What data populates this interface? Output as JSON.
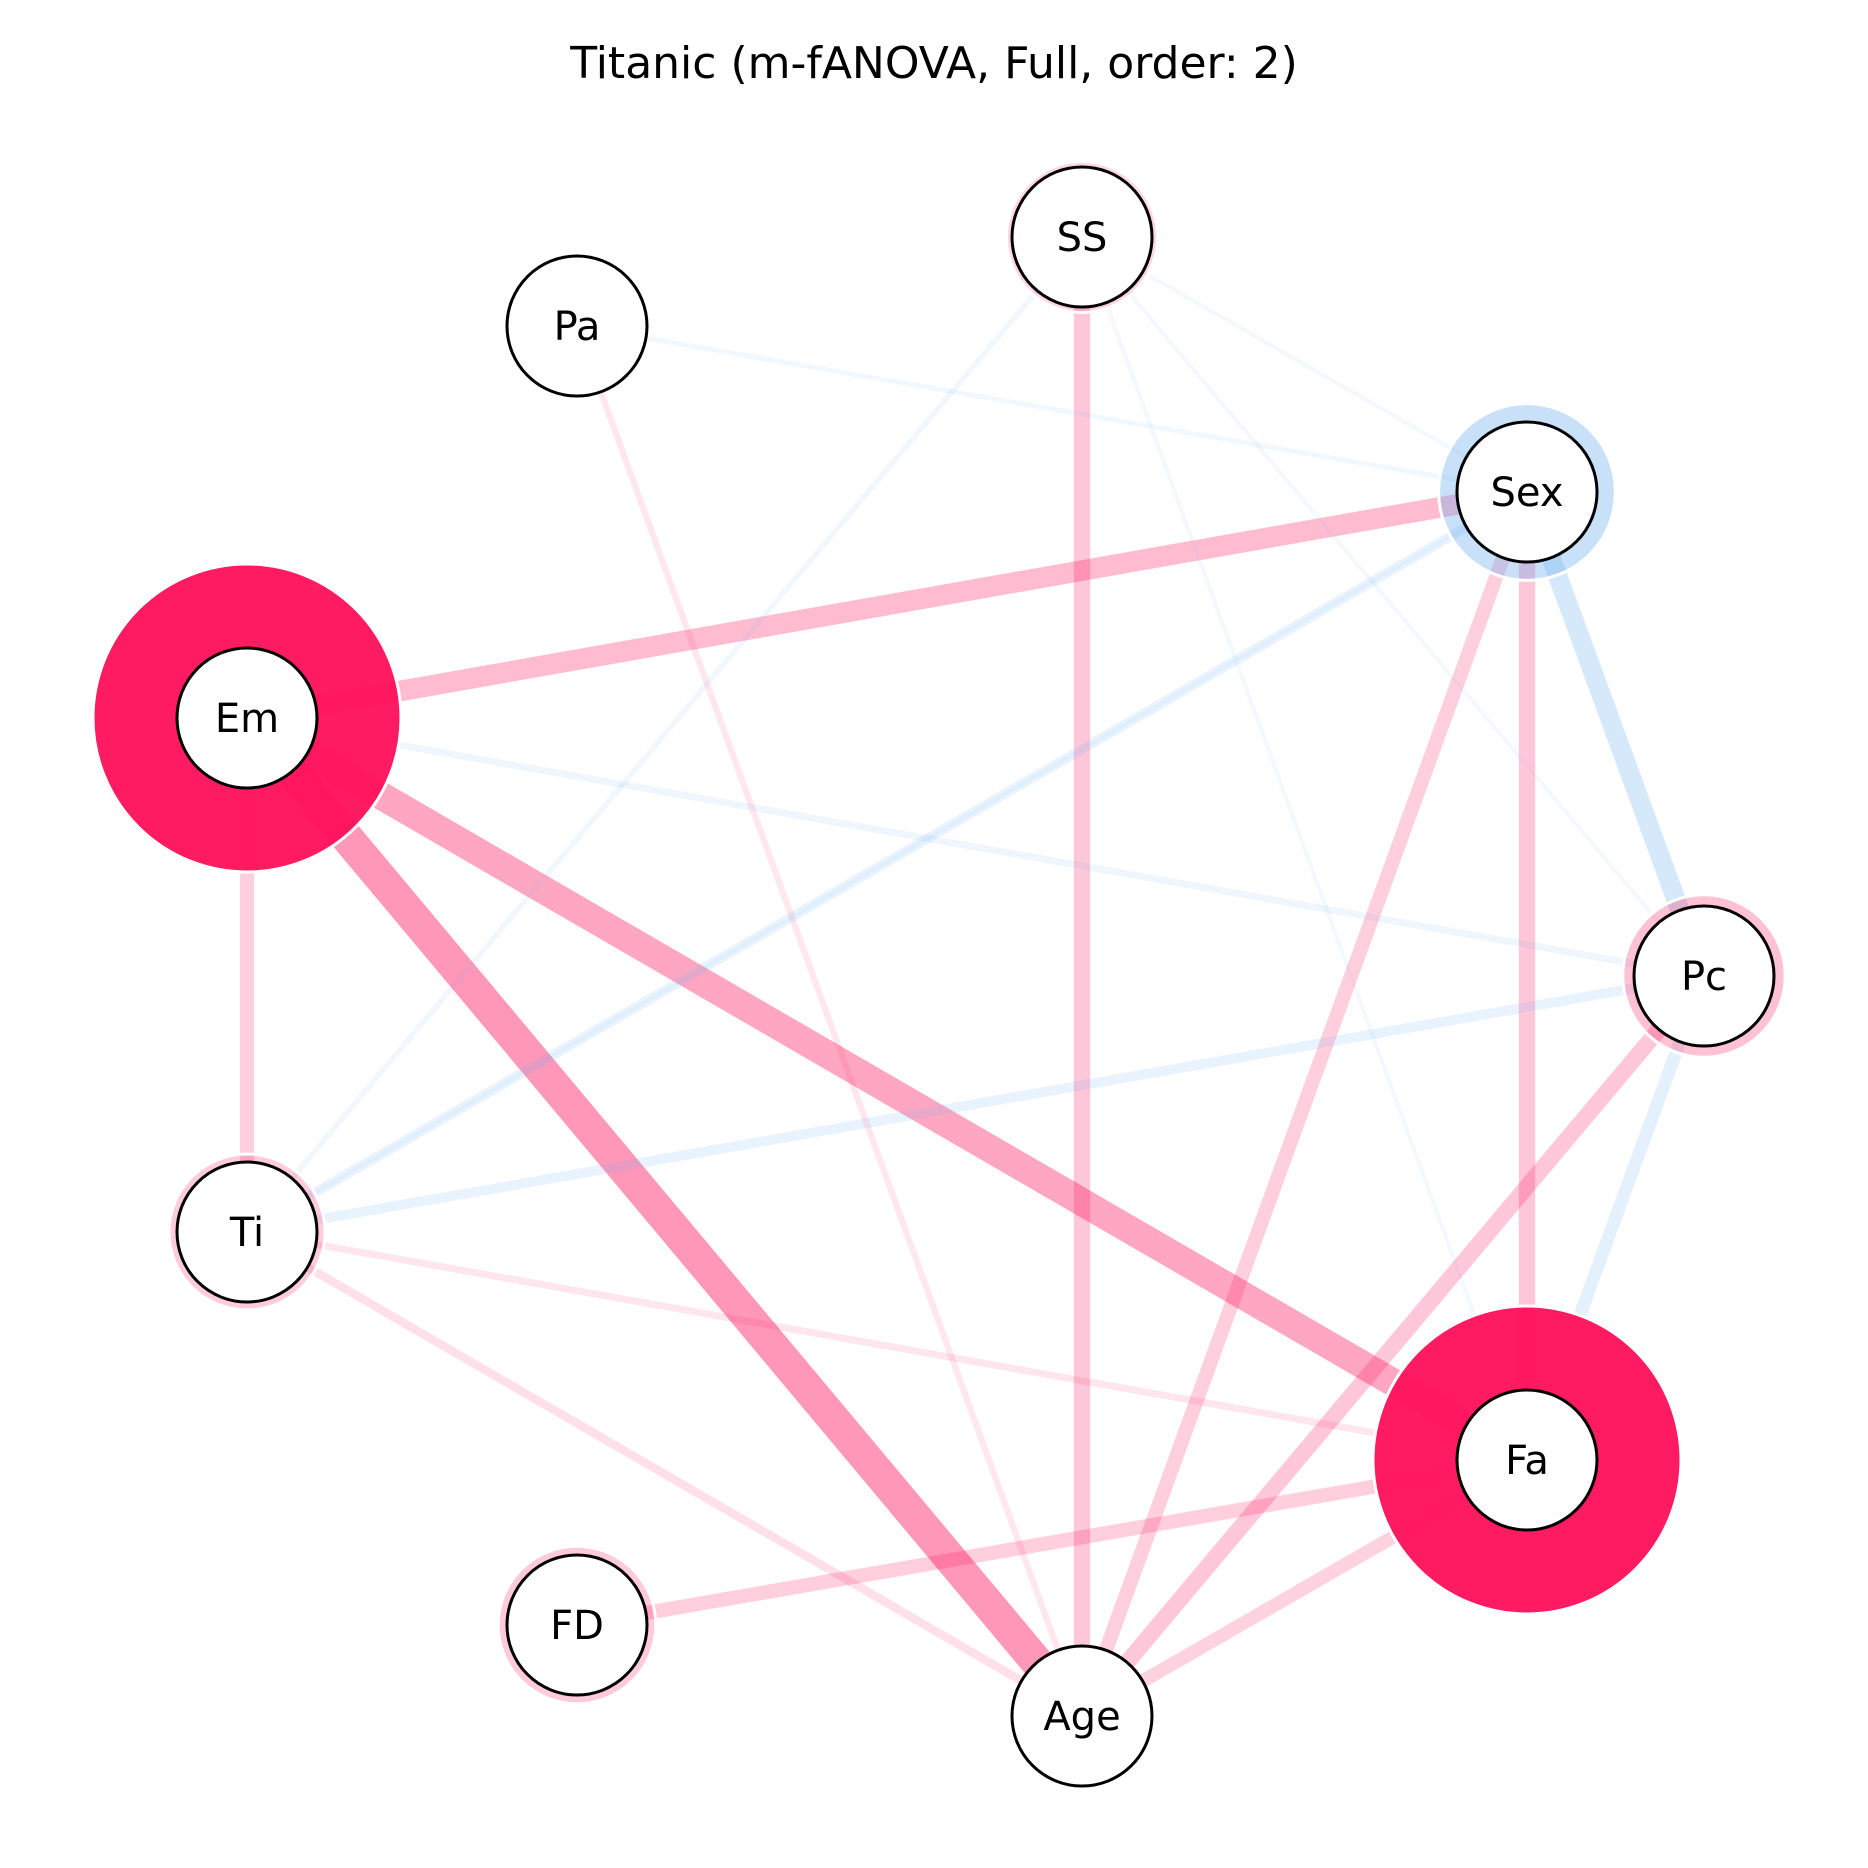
{
  "title": "Titanic (m-fANOVA, Full, order: 2)",
  "colors": {
    "positive": "#ff0f5a",
    "negative": "#69aef0"
  },
  "nodes": [
    {
      "id": "SS",
      "label": "SS",
      "main_strength": 0.02,
      "main_sign": "positive"
    },
    {
      "id": "Pa",
      "label": "Pa",
      "main_strength": 0.0,
      "main_sign": "positive"
    },
    {
      "id": "Sex",
      "label": "Sex",
      "main_strength": 0.18,
      "main_sign": "negative"
    },
    {
      "id": "Em",
      "label": "Em",
      "main_strength": 1.0,
      "main_sign": "positive"
    },
    {
      "id": "Pc",
      "label": "Pc",
      "main_strength": 0.09,
      "main_sign": "positive"
    },
    {
      "id": "Ti",
      "label": "Ti",
      "main_strength": 0.05,
      "main_sign": "positive"
    },
    {
      "id": "Fa",
      "label": "Fa",
      "main_strength": 1.0,
      "main_sign": "positive"
    },
    {
      "id": "FD",
      "label": "FD",
      "main_strength": 0.06,
      "main_sign": "positive"
    },
    {
      "id": "Age",
      "label": "Age",
      "main_strength": 0.0,
      "main_sign": "positive"
    }
  ],
  "edges": [
    {
      "source": "Em",
      "target": "Age",
      "strength": 0.85,
      "sign": "positive"
    },
    {
      "source": "Em",
      "target": "Fa",
      "strength": 0.72,
      "sign": "positive"
    },
    {
      "source": "Em",
      "target": "Sex",
      "strength": 0.52,
      "sign": "positive"
    },
    {
      "source": "Sex",
      "target": "Pc",
      "strength": 0.48,
      "sign": "negative"
    },
    {
      "source": "Sex",
      "target": "Fa",
      "strength": 0.4,
      "sign": "positive"
    },
    {
      "source": "Pc",
      "target": "Age",
      "strength": 0.4,
      "sign": "positive"
    },
    {
      "source": "SS",
      "target": "Age",
      "strength": 0.4,
      "sign": "positive"
    },
    {
      "source": "Sex",
      "target": "Age",
      "strength": 0.34,
      "sign": "positive"
    },
    {
      "source": "Em",
      "target": "Ti",
      "strength": 0.34,
      "sign": "positive"
    },
    {
      "source": "FD",
      "target": "Fa",
      "strength": 0.34,
      "sign": "positive"
    },
    {
      "source": "Fa",
      "target": "Age",
      "strength": 0.32,
      "sign": "positive"
    },
    {
      "source": "Pc",
      "target": "Fa",
      "strength": 0.3,
      "sign": "negative"
    },
    {
      "source": "Ti",
      "target": "Sex",
      "strength": 0.22,
      "sign": "negative"
    },
    {
      "source": "Ti",
      "target": "Pc",
      "strength": 0.22,
      "sign": "negative"
    },
    {
      "source": "Ti",
      "target": "Age",
      "strength": 0.18,
      "sign": "positive"
    },
    {
      "source": "Ti",
      "target": "Fa",
      "strength": 0.14,
      "sign": "positive"
    },
    {
      "source": "Em",
      "target": "Pc",
      "strength": 0.14,
      "sign": "negative"
    },
    {
      "source": "Pa",
      "target": "Age",
      "strength": 0.12,
      "sign": "positive"
    },
    {
      "source": "SS",
      "target": "Ti",
      "strength": 0.1,
      "sign": "negative"
    },
    {
      "source": "Pa",
      "target": "Sex",
      "strength": 0.08,
      "sign": "negative"
    },
    {
      "source": "SS",
      "target": "Sex",
      "strength": 0.06,
      "sign": "negative"
    },
    {
      "source": "SS",
      "target": "Fa",
      "strength": 0.06,
      "sign": "negative"
    },
    {
      "source": "SS",
      "target": "Pc",
      "strength": 0.06,
      "sign": "negative"
    },
    {
      "source": "Sex",
      "target": "Ti",
      "strength": 0.04,
      "sign": "negative"
    }
  ]
}
